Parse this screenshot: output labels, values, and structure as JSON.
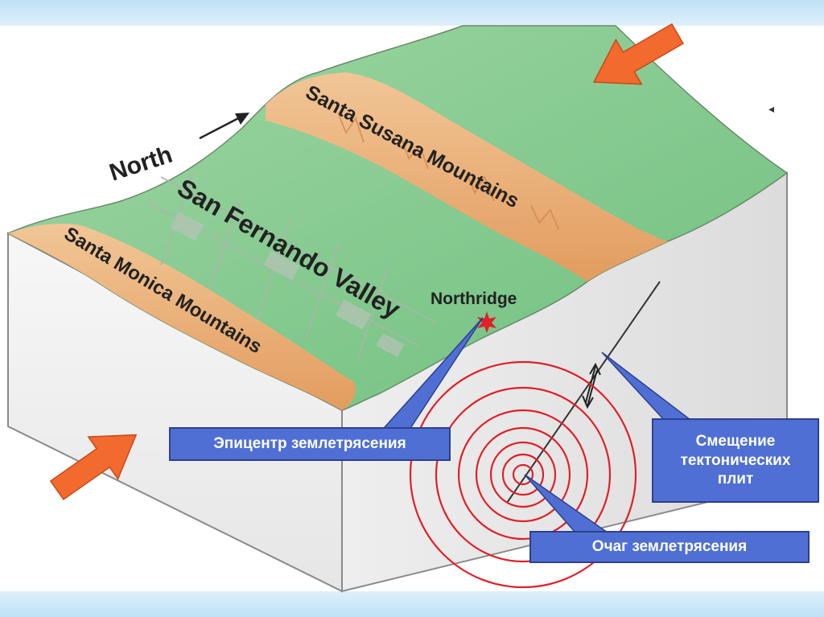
{
  "map_labels": {
    "north": "North",
    "santa_susana": "Santa Susana Mountains",
    "san_fernando": "San Fernando Valley",
    "santa_monica": "Santa Monica Mountains",
    "northridge": "Northridge"
  },
  "callouts": {
    "epicenter": "Эпицентр землетрясения",
    "plate_shift_line1": "Смещение",
    "plate_shift_line2": "тектонических",
    "plate_shift_line3": "плит",
    "focus": "Очаг землетрясения"
  },
  "colors": {
    "terrain_green": "#7cc58a",
    "mountain_orange": "#f2b27a",
    "block_face": "#f4f4f4",
    "wave_red": "#e0202a",
    "arrow_orange": "#f26a2e",
    "callout_fill": "#4f6fd4",
    "background_band": "#bfe1f6"
  }
}
